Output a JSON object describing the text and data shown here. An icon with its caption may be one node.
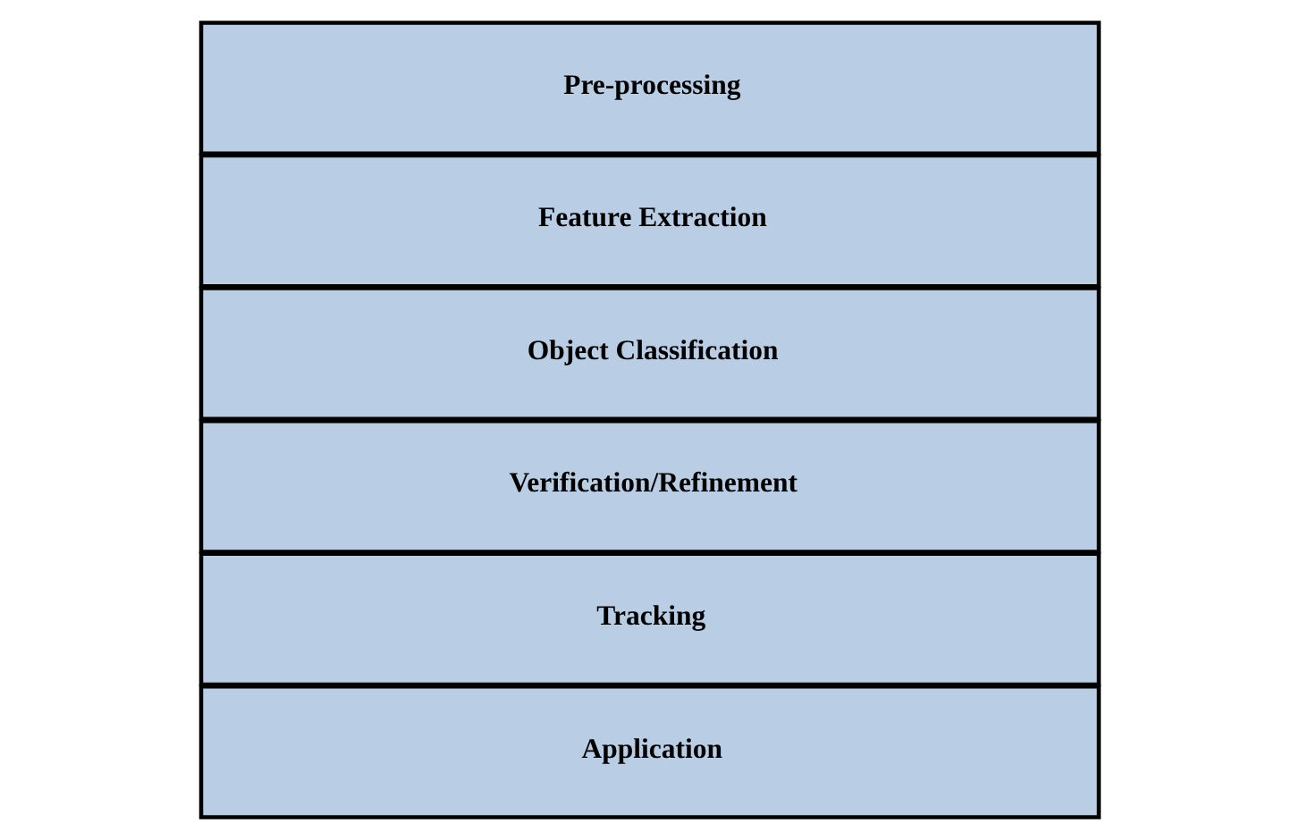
{
  "diagram": {
    "nodes": [
      {
        "text": [
          "Pre-processing"
        ]
      },
      {
        "text": [
          "Feature Extraction"
        ]
      },
      {
        "text": [
          "Object Classification"
        ]
      },
      {
        "text": [
          "Verification/Refinement"
        ]
      },
      {
        "text": [
          "Tracking"
        ]
      },
      {
        "text": [
          "Application"
        ]
      }
    ]
  }
}
